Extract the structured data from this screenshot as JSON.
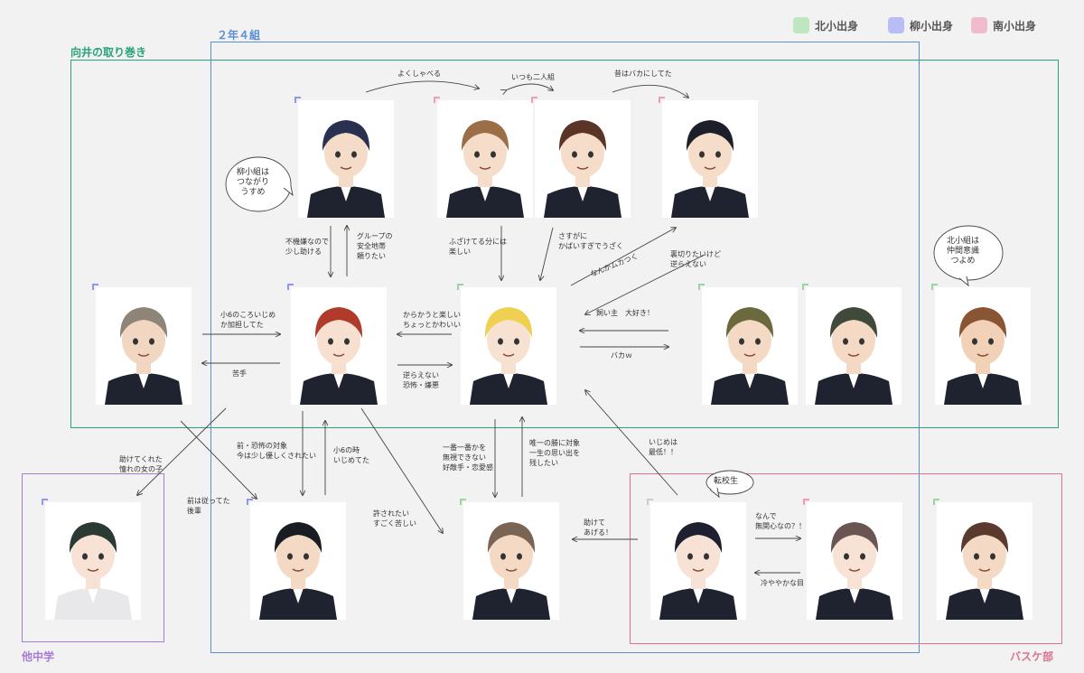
{
  "legend": [
    {
      "label": "北小出身",
      "color": "#bde8bf"
    },
    {
      "label": "柳小出身",
      "color": "#b8bdf5"
    },
    {
      "label": "南小出身",
      "color": "#f0bccb"
    }
  ],
  "groups": {
    "class": {
      "label": "２年４組",
      "color": "#5a8fd6"
    },
    "circle": {
      "label": "向井の取り巻き",
      "color": "#27a37a"
    },
    "other_school": {
      "label": "他中学",
      "color": "#a77ad6"
    },
    "basketball": {
      "label": "バスケ部",
      "color": "#d9738f"
    }
  },
  "speech_bubbles": [
    {
      "text": "柳小組は\nつながり\nうすめ"
    },
    {
      "text": "北小組は\n仲間意識\nつよめ"
    },
    {
      "text": "転校生"
    }
  ],
  "relations": [
    "よくしゃべる",
    "いつも二人組",
    "昔はバカにしてた",
    "不機嫌なので\n少し助ける",
    "グループの\n安全地帯\n頼りたい",
    "ふざけてる分には\n楽しい",
    "さすがに\nかばいすぎでうざく",
    "なんかムカつく",
    "裏切りたいけど\n逆らえない",
    "小6のころいじめ\nか加担してた",
    "苦手",
    "からかうと楽しい\nちょっとかわいい",
    "逆らえない\n恐怖・嫌悪",
    "飼い主　大好き！",
    "バカｗ",
    "前・恐怖の対象\n今は少し優しくされたい",
    "小6の時\nいじめてた",
    "一番一番かを\n無視できない\n好敵手・恋愛感",
    "唯一の勝に対象\n一生の思い出を\n残したい",
    "いじめは\n最低！！",
    "助けてくれた\n憧れの女の子",
    "前は従ってた\n後輩",
    "許されたい\nすごく苦しい",
    "助けて\nあげる！",
    "なんで\n無関心なの？！",
    "冷ややかな目"
  ],
  "portrait_colors": {
    "north": "#9bd49f",
    "yanagi": "#8f97f0",
    "south": "#ef9db5",
    "none": "#cccccc"
  }
}
